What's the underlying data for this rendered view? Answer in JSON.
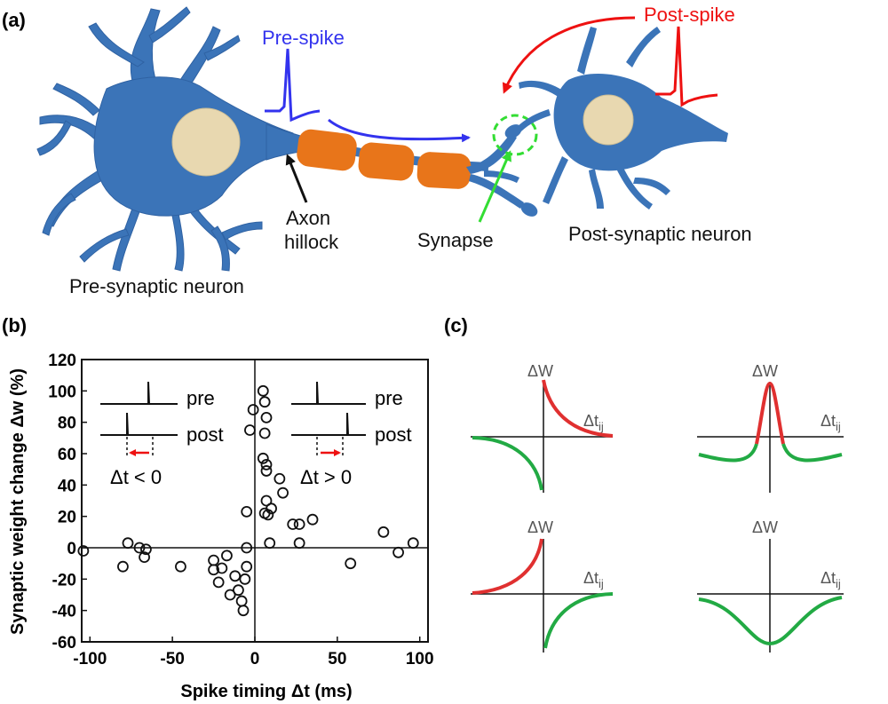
{
  "panel_a": {
    "label": "(a)",
    "pre_spike": "Pre-spike",
    "post_spike": "Post-spike",
    "axon_line1": "Axon",
    "axon_line2": "hillock",
    "synapse": "Synapse",
    "pre_neuron": "Pre-synaptic neuron",
    "post_neuron": "Post-synaptic neuron"
  },
  "panel_b": {
    "label": "(b)",
    "inset_left": {
      "pre": "pre",
      "post": "post",
      "condition": "Δt < 0"
    },
    "inset_right": {
      "pre": "pre",
      "post": "post",
      "condition": "Δt > 0"
    }
  },
  "panel_c": {
    "label": "(c)",
    "graphs": [
      {
        "y": "ΔW",
        "x": "Δt",
        "x_sub": "ij"
      },
      {
        "y": "ΔW",
        "x": "Δt",
        "x_sub": "ij"
      },
      {
        "y": "ΔW",
        "x": "Δt",
        "x_sub": "ij"
      },
      {
        "y": "ΔW",
        "x": "Δt",
        "x_sub": "ij"
      }
    ]
  },
  "colors": {
    "neuron": "#3b74b8",
    "myelin": "#e8751a",
    "nucleus": "#e8d8b0",
    "pre_spike": "#3333ee",
    "post_spike": "#ee1111",
    "synapse": "#33dd33",
    "curve_pos": "#e03030",
    "curve_neg": "#22aa44"
  },
  "chart_data": {
    "type": "scatter",
    "xlabel": "Spike timing Δt (ms)",
    "ylabel": "Synaptic weight change Δw (%)",
    "xlim": [
      -105,
      105
    ],
    "ylim": [
      -60,
      120
    ],
    "xticks": [
      -100,
      -50,
      0,
      50,
      100
    ],
    "yticks": [
      -60,
      -40,
      -20,
      0,
      20,
      40,
      60,
      80,
      100,
      120
    ],
    "points": [
      [
        -104,
        -2
      ],
      [
        -80,
        -12
      ],
      [
        -77,
        3
      ],
      [
        -70,
        0
      ],
      [
        -67,
        -6
      ],
      [
        -66,
        -1
      ],
      [
        -45,
        -12
      ],
      [
        -25,
        -8
      ],
      [
        -25,
        -14
      ],
      [
        -22,
        -22
      ],
      [
        -20,
        -13
      ],
      [
        -17,
        -5
      ],
      [
        -15,
        -30
      ],
      [
        -12,
        -18
      ],
      [
        -10,
        -27
      ],
      [
        -8,
        -34
      ],
      [
        -7,
        -40
      ],
      [
        -6,
        -20
      ],
      [
        -5,
        -12
      ],
      [
        -5,
        0
      ],
      [
        -5,
        23
      ],
      [
        -3,
        75
      ],
      [
        -1,
        88
      ],
      [
        5,
        100
      ],
      [
        6,
        93
      ],
      [
        7,
        83
      ],
      [
        6,
        73
      ],
      [
        5,
        57
      ],
      [
        7,
        53
      ],
      [
        7,
        49
      ],
      [
        7,
        30
      ],
      [
        6,
        22
      ],
      [
        8,
        21
      ],
      [
        9,
        3
      ],
      [
        10,
        25
      ],
      [
        15,
        44
      ],
      [
        17,
        35
      ],
      [
        23,
        15
      ],
      [
        27,
        15
      ],
      [
        27,
        3
      ],
      [
        35,
        18
      ],
      [
        58,
        -10
      ],
      [
        78,
        10
      ],
      [
        87,
        -3
      ],
      [
        96,
        3
      ]
    ]
  }
}
